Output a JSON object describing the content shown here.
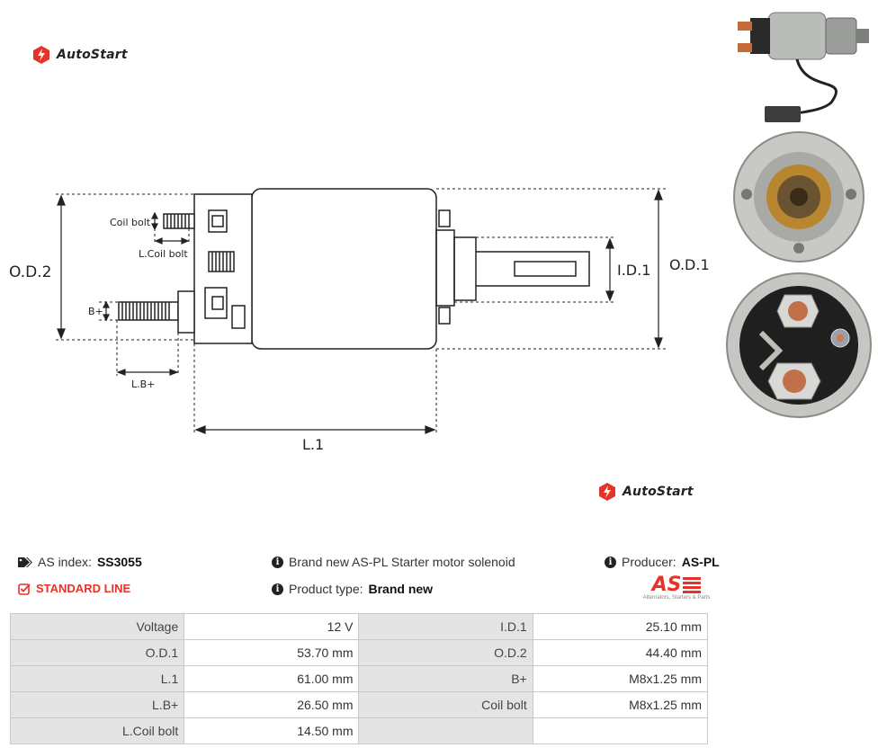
{
  "brand": {
    "logo_text": "AutoStart",
    "accent": "#e63329"
  },
  "diagram": {
    "labels": {
      "coil_bolt": "Coil bolt",
      "l_coil_bolt": "L.Coil bolt",
      "od2": "O.D.2",
      "b_plus": "B+",
      "l_b_plus": "L.B+",
      "l1": "L.1",
      "id1": "I.D.1",
      "od1": "O.D.1"
    }
  },
  "product": {
    "as_index_label": "AS index:",
    "as_index_value": "SS3055",
    "line": "STANDARD LINE",
    "description": "Brand new AS-PL Starter motor solenoid",
    "type_label": "Product type:",
    "type_value": "Brand new",
    "producer_label": "Producer:",
    "producer_value": "AS-PL",
    "producer_logo_text": "AS",
    "producer_tagline": "Alternators, Starters & Parts"
  },
  "specs": {
    "rows": [
      {
        "l1": "Voltage",
        "v1": "12 V",
        "l2": "I.D.1",
        "v2": "25.10 mm"
      },
      {
        "l1": "O.D.1",
        "v1": "53.70 mm",
        "l2": "O.D.2",
        "v2": "44.40 mm"
      },
      {
        "l1": "L.1",
        "v1": "61.00 mm",
        "l2": "B+",
        "v2": "M8x1.25 mm"
      },
      {
        "l1": "L.B+",
        "v1": "26.50 mm",
        "l2": "Coil bolt",
        "v2": "M8x1.25 mm"
      },
      {
        "l1": "L.Coil bolt",
        "v1": "14.50 mm",
        "l2": "",
        "v2": ""
      }
    ]
  }
}
